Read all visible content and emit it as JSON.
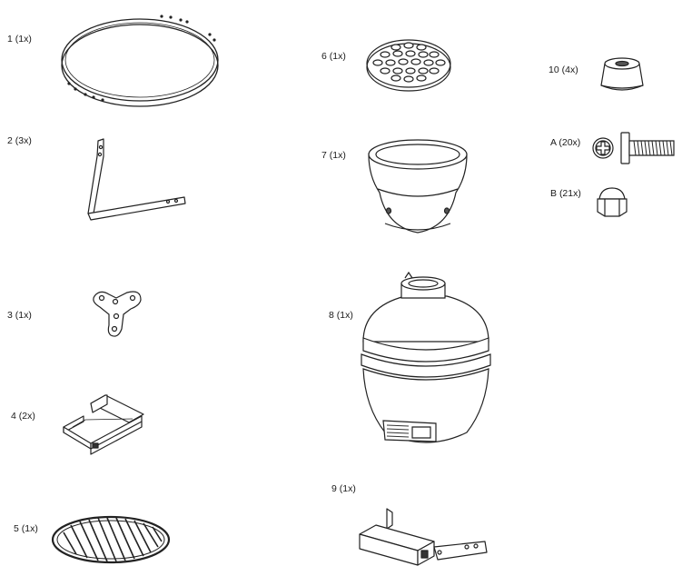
{
  "parts": [
    {
      "id": "1",
      "qty": "(1x)",
      "name": "ring-band"
    },
    {
      "id": "2",
      "qty": "(3x)",
      "name": "leg-bracket"
    },
    {
      "id": "3",
      "qty": "(1x)",
      "name": "tri-plate"
    },
    {
      "id": "4",
      "qty": "(2x)",
      "name": "side-shelf-bracket"
    },
    {
      "id": "5",
      "qty": "(1x)",
      "name": "cooking-grate"
    },
    {
      "id": "6",
      "qty": "(1x)",
      "name": "charcoal-grate"
    },
    {
      "id": "7",
      "qty": "(1x)",
      "name": "fire-box"
    },
    {
      "id": "8",
      "qty": "(1x)",
      "name": "grill-body"
    },
    {
      "id": "9",
      "qty": "(1x)",
      "name": "handle-bracket"
    },
    {
      "id": "10",
      "qty": "(4x)",
      "name": "rubber-foot"
    },
    {
      "id": "A",
      "qty": "(20x)",
      "name": "bolt"
    },
    {
      "id": "B",
      "qty": "(21x)",
      "name": "cap-nut"
    }
  ]
}
